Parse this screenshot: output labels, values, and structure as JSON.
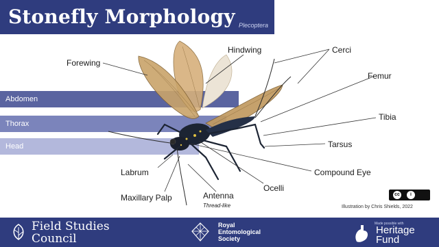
{
  "header": {
    "title": "Stonefly Morphology",
    "subtitle": "Plecoptera"
  },
  "bands": {
    "abdomen": "Abdomen",
    "thorax": "Thorax",
    "head": "Head"
  },
  "labels": {
    "forewing": "Forewing",
    "hindwing": "Hindwing",
    "cerci": "Cerci",
    "femur": "Femur",
    "tibia": "Tibia",
    "tarsus": "Tarsus",
    "compound_eye": "Compound Eye",
    "ocelli": "Ocelli",
    "antenna": "Antenna",
    "antenna_note": "Thread-like",
    "maxillary_palp": "Maxillary Palp",
    "labrum": "Labrum"
  },
  "credit": "Illustration by Chris Shields, 2022",
  "license": {
    "cc": "cc",
    "by": "i"
  },
  "footer": {
    "fsc_line1": "Field Studies",
    "fsc_line2": "Council",
    "res_line1": "Royal",
    "res_line2": "Entomological",
    "res_line3": "Society",
    "hf_small": "Made possible with",
    "hf_line1": "Heritage",
    "hf_line2": "Fund"
  },
  "colors": {
    "header": "#2f3c7e",
    "band_abdomen": "#5a64a0",
    "band_thorax": "#7b84bb",
    "band_head": "#b3b8dc",
    "wing": "#c9a46a",
    "body": "#1c2433",
    "yellow_mark": "#e0c040"
  }
}
